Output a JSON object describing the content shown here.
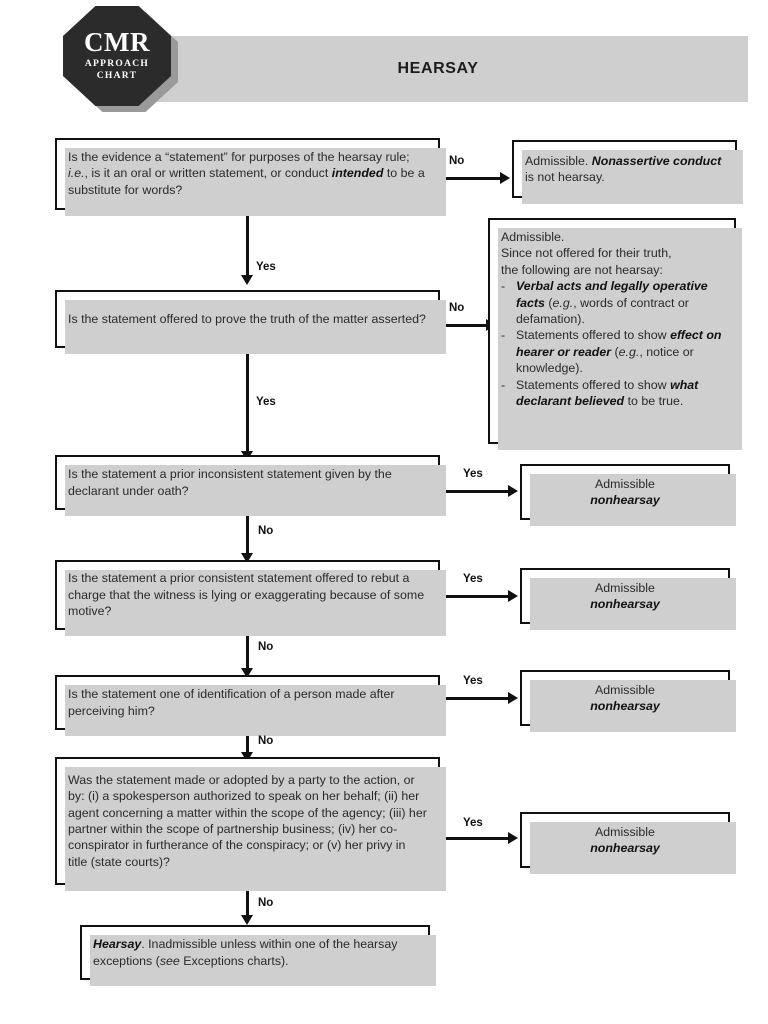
{
  "header": {
    "title": "HEARSAY",
    "logo": {
      "main": "CMR",
      "sub1": "APPROACH",
      "sub2": "CHART"
    }
  },
  "labels": {
    "yes": "Yes",
    "no": "No"
  },
  "nodes": {
    "q1": {
      "name": "statement-definition-question",
      "text_plain": "Is the evidence a “statement” for purposes of the hearsay rule; i.e., is it an oral or written statement, or conduct intended to be a substitute for words?"
    },
    "r1": {
      "name": "nonassertive-conduct-result",
      "text_plain": "Admissible. Nonassertive conduct is not hearsay."
    },
    "q2": {
      "name": "truth-of-matter-question",
      "text_plain": "Is the statement offered to prove the truth of the matter asserted?"
    },
    "r2": {
      "name": "not-for-truth-result",
      "line1": "Admissible.",
      "line2": "Since not offered for their truth,",
      "line3": "the following are not hearsay:",
      "bullet1": "Verbal acts and legally operative facts (e.g., words of contract or defamation).",
      "bullet2": "Statements offered to show effect on hearer or reader (e.g., notice or knowledge).",
      "bullet3": "Statements offered to show what declarant believed to be true.",
      "dash": "-"
    },
    "q3": {
      "name": "prior-inconsistent-statement-question",
      "text_plain": "Is the statement a prior inconsistent statement given by the declarant under oath?"
    },
    "q4": {
      "name": "prior-consistent-statement-question",
      "text_plain": "Is the statement a prior consistent statement offered to rebut a charge that the witness is lying or exaggerating because of some motive?"
    },
    "q5": {
      "name": "identification-of-person-question",
      "text_plain": "Is the statement one of identification of a person made after perceiving him?"
    },
    "q6": {
      "name": "party-admission-question",
      "text_plain": "Was the statement made or adopted by a party to the action, or by: (i) a spokesperson authorized to speak on her behalf; (ii) her agent concerning a matter within the scope of the agency; (iii) her partner within the scope of partnership business; (iv) her co-conspirator in furtherance of the conspiracy; or (v) her privy in title (state courts)?"
    },
    "nonhearsay": {
      "name": "admissible-nonhearsay-result",
      "line1": "Admissible",
      "line2": "nonhearsay"
    },
    "final": {
      "name": "hearsay-result",
      "lead": "Hearsay",
      "text_plain": ". Inadmissible unless within one of the hearsay exceptions (see Exceptions charts)."
    }
  },
  "colors": {
    "ink": "#111111",
    "shadow": "#cfcfcf",
    "header_bar": "#cfcfcf",
    "logo": "#2b2b2b",
    "text": "#2a2a2a"
  }
}
